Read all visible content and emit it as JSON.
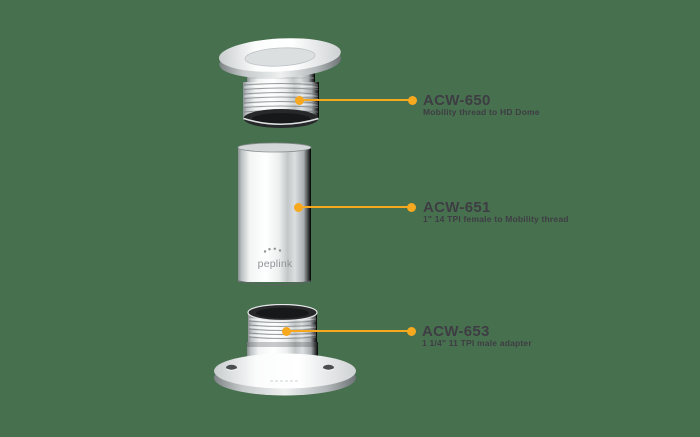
{
  "colors": {
    "background": "#47704E",
    "accent": "#F6A81F",
    "label_text": "#3E3D44",
    "logo_gray": "#8F9396"
  },
  "logo": {
    "text": "peplink"
  },
  "callouts": [
    {
      "title": "ACW-650",
      "subtitle": "Mobility thread to HD Dome"
    },
    {
      "title": "ACW-651",
      "subtitle": "1\" 14 TPI female to Mobility thread"
    },
    {
      "title": "ACW-653",
      "subtitle": "1 1/4\" 11 TPI male adapter"
    }
  ]
}
